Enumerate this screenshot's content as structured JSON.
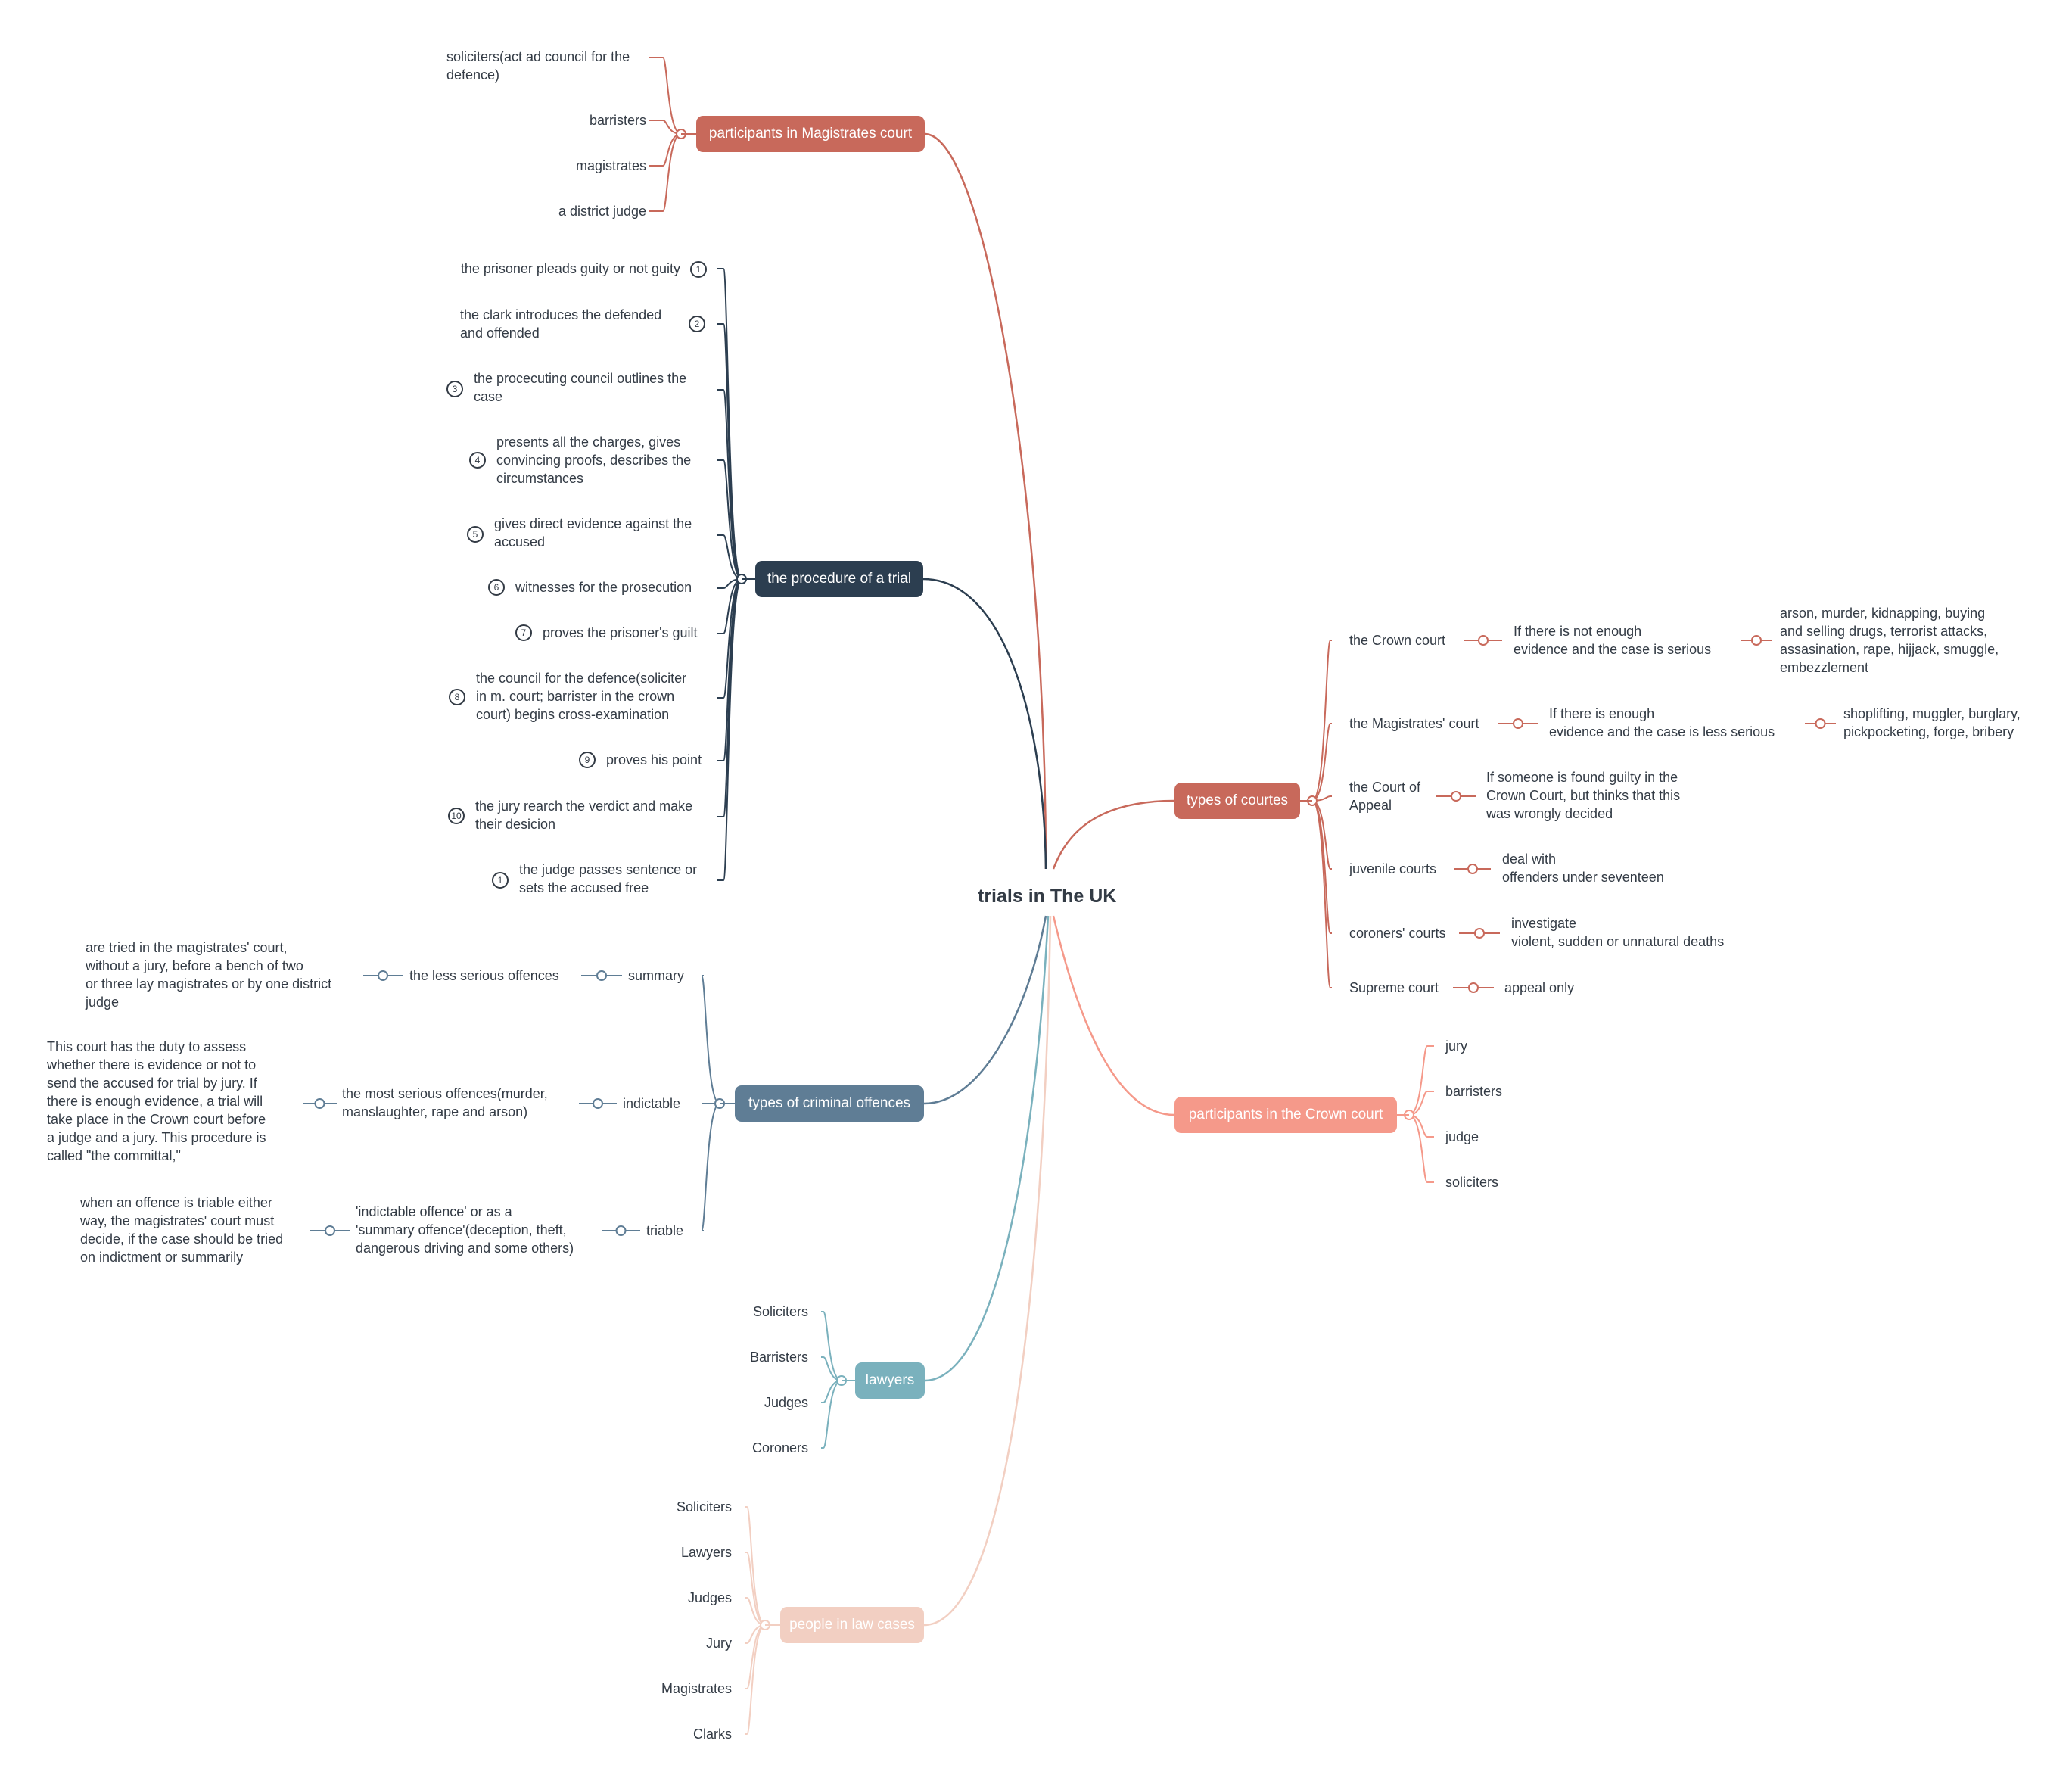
{
  "central": "trials in The UK",
  "colors": {
    "magistrates": "#c8695b",
    "procedure": "#2c3e50",
    "types_courts": "#c8695b",
    "crown_participants": "#f5998a",
    "criminal": "#5f7d95",
    "lawyers": "#7ab1bd",
    "people": "#f2cfc2"
  },
  "magistrates": {
    "title": "participants in Magistrates court",
    "items": [
      "soliciters(act ad council for the",
      "defence)",
      "barristers",
      "magistrates",
      "a district judge"
    ]
  },
  "procedure": {
    "title": "the procedure of a trial",
    "steps": [
      {
        "num": "1",
        "lines": [
          "the prisoner pleads guity or not guity"
        ]
      },
      {
        "num": "2",
        "lines": [
          "the clark introduces the defended",
          "and offended"
        ]
      },
      {
        "num": "3",
        "lines": [
          "the procecuting council outlines the",
          "case"
        ]
      },
      {
        "num": "4",
        "lines": [
          "presents all the charges, gives",
          "convincing proofs, describes the",
          "circumstances"
        ]
      },
      {
        "num": "5",
        "lines": [
          "gives direct evidence against the",
          "accused"
        ]
      },
      {
        "num": "6",
        "lines": [
          "witnesses for the prosecution"
        ]
      },
      {
        "num": "7",
        "lines": [
          "proves the prisoner's guilt"
        ]
      },
      {
        "num": "8",
        "lines": [
          "the council for the defence(soliciter",
          "in m. court; barrister in the crown",
          "court) begins cross-examination"
        ]
      },
      {
        "num": "9",
        "lines": [
          "proves his point"
        ]
      },
      {
        "num": "10",
        "lines": [
          "the jury rearch the verdict and make",
          "their desicion"
        ]
      },
      {
        "num": "1",
        "lines": [
          "the judge passes sentence or",
          "sets the accused free"
        ]
      }
    ]
  },
  "types_courts": {
    "title": "types of courtes",
    "items": [
      {
        "label": [
          "the Crown court"
        ],
        "detail": [
          "If there is not enough",
          "evidence and the case is serious"
        ],
        "extra": [
          "arson, murder, kidnapping, buying",
          "and selling drugs, terrorist attacks,",
          "assasination, rape, hijjack, smuggle,",
          "embezzlement"
        ]
      },
      {
        "label": [
          "the Magistrates' court"
        ],
        "detail": [
          "If there is enough",
          "evidence and the case is less serious"
        ],
        "extra": [
          "shoplifting, muggler, burglary,",
          "pickpocketing, forge, bribery"
        ]
      },
      {
        "label": [
          "the Court of",
          "Appeal"
        ],
        "detail": [
          "If someone is found guilty in the",
          "Crown Court, but thinks that this",
          "was wrongly decided"
        ]
      },
      {
        "label": [
          "juvenile courts"
        ],
        "detail": [
          "deal with",
          "offenders under seventeen"
        ]
      },
      {
        "label": [
          "coroners' courts"
        ],
        "detail": [
          "investigate",
          "violent, sudden or unnatural deaths"
        ]
      },
      {
        "label": [
          "Supreme court"
        ],
        "detail": [
          "appeal only"
        ]
      }
    ]
  },
  "crown_participants": {
    "title": "participants in the Crown court",
    "items": [
      "jury",
      "barristers",
      "judge",
      "soliciters"
    ]
  },
  "criminal": {
    "title": "types of criminal offences",
    "items": [
      {
        "label": "summary",
        "mid": [
          "the less serious offences"
        ],
        "desc": [
          "are tried in the magistrates' court,",
          "without a jury, before a bench of two",
          "or three lay magistrates or by one district",
          "judge"
        ]
      },
      {
        "label": "indictable",
        "mid": [
          "the most serious offences(murder,",
          "manslaughter, rape and arson)"
        ],
        "desc": [
          "This court has the duty to assess",
          "whether there is evidence or not to",
          "send the accused for trial by jury. If",
          "there is enough evidence, a trial will",
          "take place in the Crown court before",
          "a judge and a jury. This procedure is",
          "called \"the committal,\""
        ]
      },
      {
        "label": "triable",
        "mid": [
          "'indictable offence' or as a",
          "'summary offence'(deception, theft,",
          "dangerous driving and some others)"
        ],
        "desc": [
          "when an offence is triable either",
          "way, the magistrates' court must",
          "decide, if the case should be tried",
          "on indictment or summarily"
        ]
      }
    ]
  },
  "lawyers": {
    "title": "lawyers",
    "items": [
      "Soliciters",
      "Barristers",
      "Judges",
      "Coroners"
    ]
  },
  "people": {
    "title": "people in law cases",
    "items": [
      "Soliciters",
      "Lawyers",
      "Judges",
      "Jury",
      "Magistrates",
      "Clarks"
    ]
  }
}
